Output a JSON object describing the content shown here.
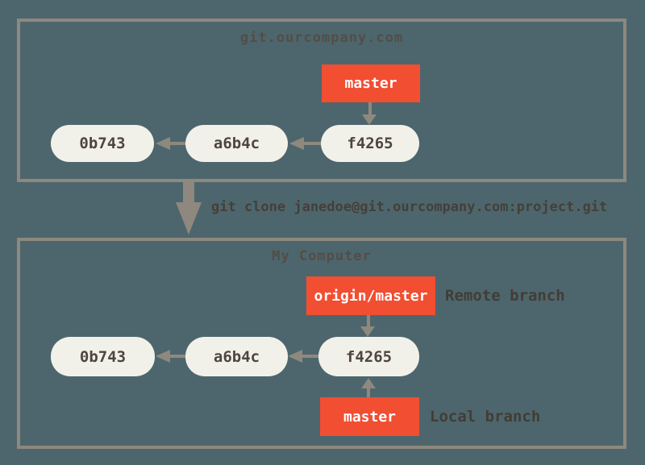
{
  "diagram": {
    "server": {
      "title": "git.ourcompany.com",
      "branch_label": "master",
      "commits": [
        "0b743",
        "a6b4c",
        "f4265"
      ]
    },
    "clone_command": "git clone janedoe@git.ourcompany.com:project.git",
    "computer": {
      "title": "My Computer",
      "remote_branch_label": "origin/master",
      "remote_branch_caption": "Remote branch",
      "local_branch_label": "master",
      "local_branch_caption": "Local branch",
      "commits": [
        "0b743",
        "a6b4c",
        "f4265"
      ]
    },
    "colors": {
      "background": "#4d666d",
      "panel_border": "#8e887e",
      "arrow": "#8e887e",
      "branch_fill": "#f14e32",
      "branch_text": "#ffffff",
      "commit_fill": "#f2f1e9",
      "commit_text": "#4e463e",
      "caption_text": "#433c35"
    }
  }
}
